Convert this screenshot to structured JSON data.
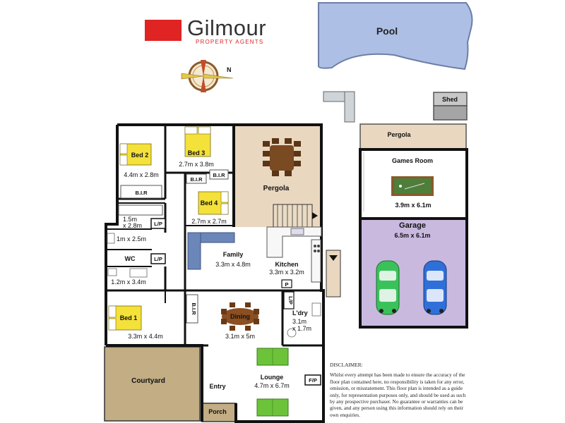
{
  "brand": {
    "name": "Gilmour",
    "subtitle": "PROPERTY AGENTS",
    "color": "#e02323"
  },
  "compass": {
    "north_label": "N"
  },
  "rooms": {
    "pool": {
      "name": "Pool"
    },
    "shed": {
      "name": "Shed"
    },
    "pergola_rear": {
      "name": "Pergola"
    },
    "games_room": {
      "name": "Games Room",
      "size": "3.9m x 6.1m"
    },
    "garage": {
      "name": "Garage",
      "size": "6.5m x 6.1m"
    },
    "bed2": {
      "name": "Bed 2",
      "size": "4.4m x 2.8m",
      "bir": "B.I.R"
    },
    "bed3": {
      "name": "Bed 3",
      "size": "2.7m x 3.8m",
      "bir": "B.I.R"
    },
    "bed4": {
      "name": "Bed 4",
      "size": "2.7m x 2.7m",
      "bir": "B.I.R"
    },
    "pergola": {
      "name": "Pergola"
    },
    "bath": {
      "size_line1": "1.5m",
      "size_line2": "x 2.8m"
    },
    "lp1": {
      "name": "L/P"
    },
    "ens": {
      "size": "1m x 2.5m"
    },
    "wc": {
      "name": "WC"
    },
    "lp2": {
      "name": "L/P"
    },
    "bath2": {
      "size": "1.2m x 3.4m"
    },
    "family": {
      "name": "Family",
      "size": "3.3m x 4.8m"
    },
    "kitchen": {
      "name": "Kitchen",
      "size": "3.3m x 3.2m",
      "pantry": "P"
    },
    "bed1": {
      "name": "Bed 1",
      "size": "3.3m x 4.4m",
      "bir": "B.I.R"
    },
    "dining": {
      "name": "Dining",
      "size": "3.1m x 5m"
    },
    "laundry": {
      "name": "L'dry",
      "size_line1": "3.1m",
      "size_line2": "x 1.7m",
      "lp": "L/P"
    },
    "courtyard": {
      "name": "Courtyard"
    },
    "entry": {
      "name": "Entry"
    },
    "porch": {
      "name": "Porch"
    },
    "lounge": {
      "name": "Lounge",
      "size": "4.7m x 6.7m",
      "fp": "F/P"
    }
  },
  "disclaimer": {
    "title": "DISCLAIMER:",
    "body": "Whilst every attempt has been made to ensure the accuracy of the floor plan contained here, no responsibility is taken for any error, omission, or misstatement. This floor plan is intended as a guide only, for representation purposes only, and should be used as such by any prospective purchaser. No guarantee or warranties can be given, and any person using this information should rely on their own enquiries."
  },
  "colors": {
    "pool": "#aebfe6",
    "pergola_floor": "#e9d7c0",
    "garage_floor": "#c9b9df",
    "courtyard_floor": "#c2ad84",
    "bed_yellow": "#f4e13a",
    "sofa_blue": "#6b86b8",
    "sofa_green": "#6cc33a",
    "table_brown": "#7a4a22",
    "car_green": "#3ac25a",
    "car_blue": "#2f6fd8",
    "pool_table": "#4d7f3a"
  }
}
